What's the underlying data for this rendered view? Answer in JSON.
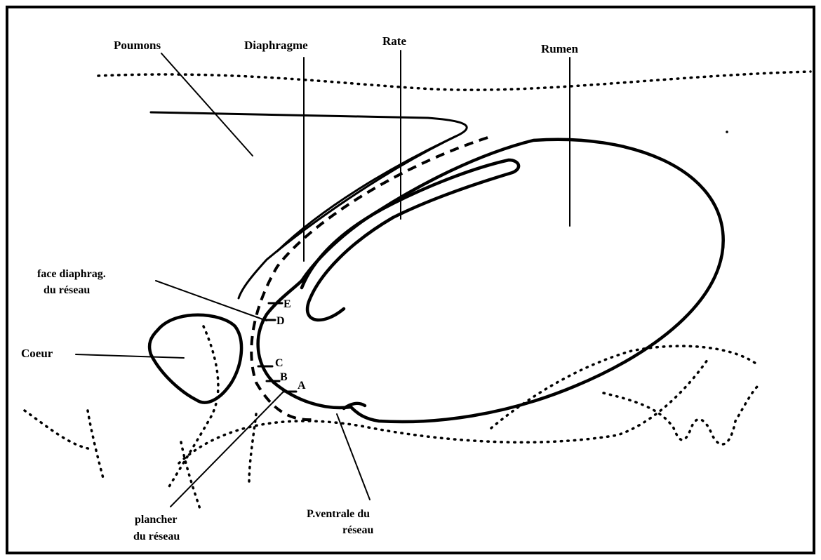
{
  "labels": {
    "poumons": "Poumons",
    "diaphragme": "Diaphragme",
    "rate": "Rate",
    "rumen": "Rumen",
    "face_diaphrag_line1": "face diaphrag.",
    "face_diaphrag_line2": "du réseau",
    "coeur": "Coeur",
    "plancher_line1": "plancher",
    "plancher_line2": "du réseau",
    "pventrale_line1": "P.ventrale du",
    "pventrale_line2": "réseau"
  },
  "points": [
    "A",
    "B",
    "C",
    "D",
    "E"
  ]
}
